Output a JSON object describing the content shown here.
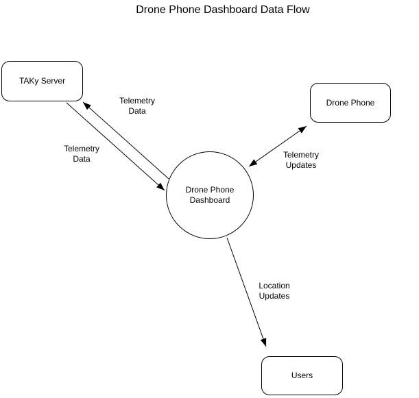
{
  "title": "Drone Phone Dashboard Data Flow",
  "colors": {
    "background": "#ffffff",
    "stroke": "#000000",
    "text": "#000000"
  },
  "nodes": {
    "taky_server": {
      "label": "TAKy Server",
      "shape": "rounded-rectangle"
    },
    "drone_phone": {
      "label": "Drone Phone",
      "shape": "rounded-rectangle"
    },
    "dashboard": {
      "label": "Drone Phone\nDashboard",
      "shape": "circle"
    },
    "users": {
      "label": "Users",
      "shape": "rounded-rectangle"
    }
  },
  "edges": {
    "taky_to_dashboard": {
      "label": "Telemetry\nData",
      "from": "TAKy Server",
      "to": "Drone Phone Dashboard",
      "arrows": "one-way"
    },
    "dashboard_to_taky": {
      "label": "Telemetry\nData",
      "from": "Drone Phone Dashboard",
      "to": "TAKy Server",
      "arrows": "one-way"
    },
    "dashboard_drone_phone": {
      "label": "Telemetry\nUpdates",
      "from": "Drone Phone Dashboard",
      "to": "Drone Phone",
      "arrows": "two-way"
    },
    "dashboard_to_users": {
      "label": "Location\nUpdates",
      "from": "Drone Phone Dashboard",
      "to": "Users",
      "arrows": "one-way"
    }
  }
}
